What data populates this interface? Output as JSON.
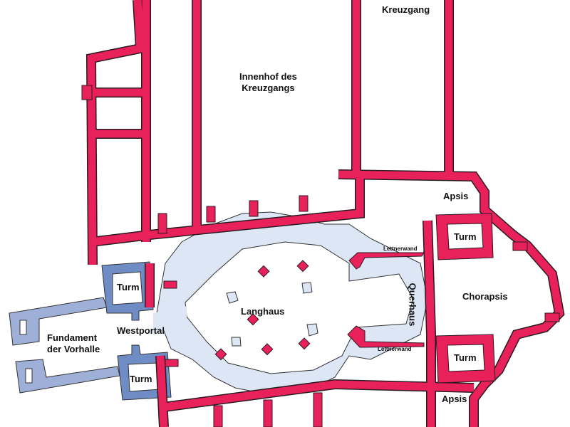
{
  "colors": {
    "wall": "#e8215a",
    "outline": "#2a1a22",
    "tower": "#6f8cc4",
    "vorhalle": "#9fb0d8",
    "nave": "#dce6f5"
  },
  "labels": {
    "kreuzgang": "Kreuzgang",
    "innenhof": "Innenhof des Kreuzgangs",
    "innenhof_line1": "Innenhof des",
    "innenhof_line2": "Kreuzgangs",
    "apsis_north": "Apsis",
    "apsis_south": "Apsis",
    "turm_ne": "Turm",
    "turm_se": "Turm",
    "turm_nw": "Turm",
    "turm_sw": "Turm",
    "chorapsis": "Chorapsis",
    "langhaus": "Langhaus",
    "querhaus": "Querhaus",
    "lettnerwand_north": "Lettnerwand",
    "lettnerwand_south": "Lettnerwand",
    "westportal": "Westportal",
    "vorhalle_line1": "Fundament",
    "vorhalle_line2": "der Vorhalle"
  }
}
